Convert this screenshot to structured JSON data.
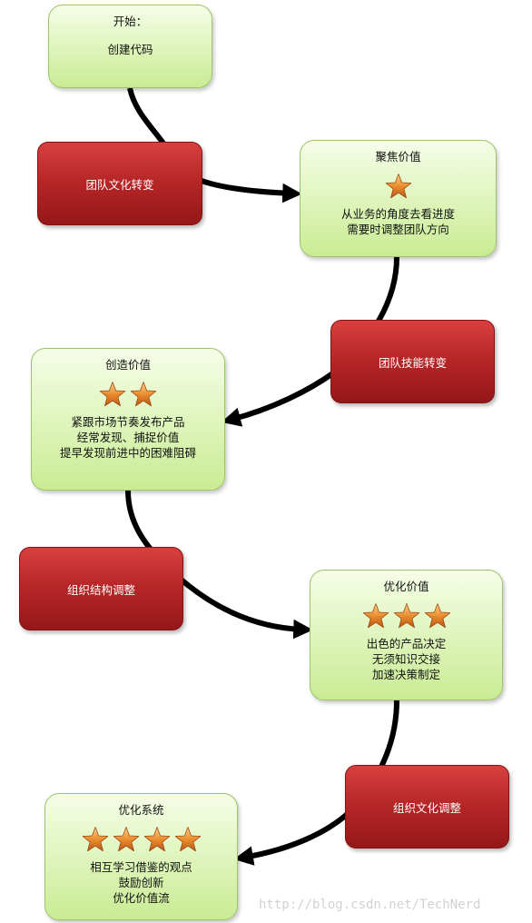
{
  "nodes": {
    "start": {
      "title": "开始：",
      "lines": [
        "创建代码"
      ],
      "stars": 0
    },
    "focus": {
      "title": "聚焦价值",
      "lines": [
        "从业务的角度去看进度",
        "需要时调整团队方向"
      ],
      "stars": 1
    },
    "create": {
      "title": "创造价值",
      "lines": [
        "紧跟市场节奏发布产品",
        "经常发现、捕捉价值",
        "提早发现前进中的困难阻碍"
      ],
      "stars": 2
    },
    "optimize": {
      "title": "优化价值",
      "lines": [
        "出色的产品决定",
        "无须知识交接",
        "加速决策制定"
      ],
      "stars": 3
    },
    "system": {
      "title": "优化系统",
      "lines": [
        "相互学习借鉴的观点",
        "鼓励创新",
        "优化价值流"
      ],
      "stars": 4
    }
  },
  "transitions": {
    "t1": "团队文化转变",
    "t2": "团队技能转变",
    "t3": "组织结构调整",
    "t4": "组织文化调整"
  },
  "watermark": "http://blog.csdn.net/TechNerd",
  "colors": {
    "node_fill": "#ddf4b9",
    "node_border": "#9ec46a",
    "transition_fill": "#b52526",
    "star_fill": "#e8892a",
    "arrow": "#000000"
  }
}
